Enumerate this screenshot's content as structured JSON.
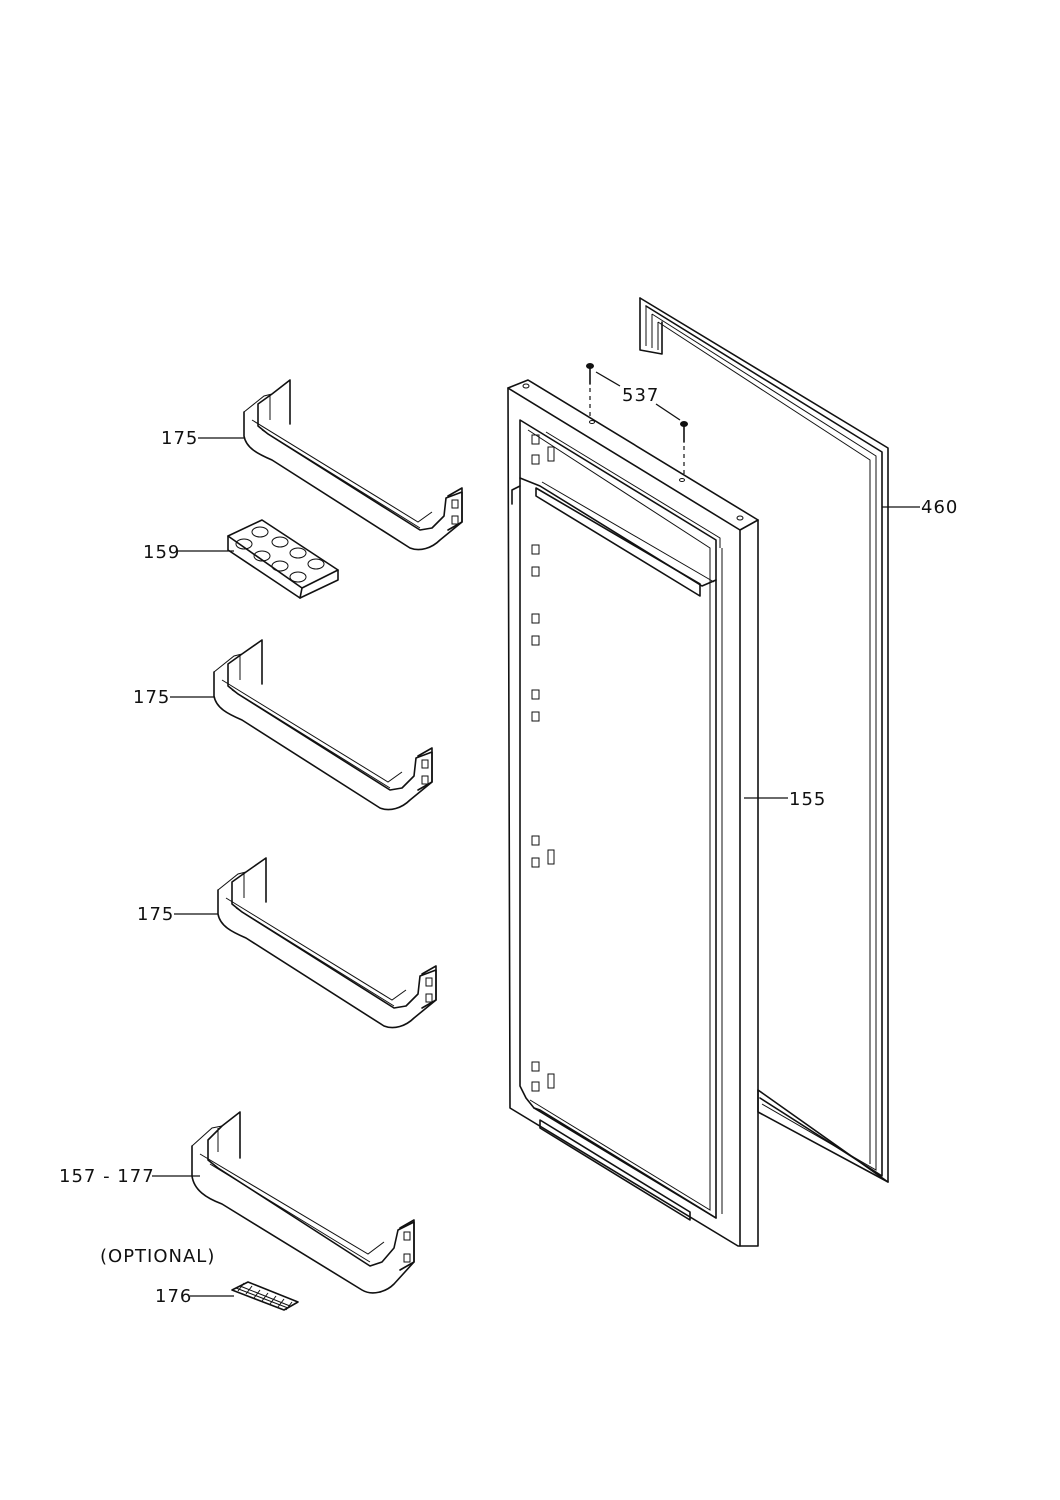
{
  "callouts": {
    "bin_top": "175",
    "egg_tray": "159",
    "bin_middle": "175",
    "bin_lower": "175",
    "bottle_bin": "157 - 177",
    "optional_note": "(OPTIONAL)",
    "bottle_retainer": "176",
    "screw": "537",
    "gasket": "460",
    "door_liner": "155"
  }
}
